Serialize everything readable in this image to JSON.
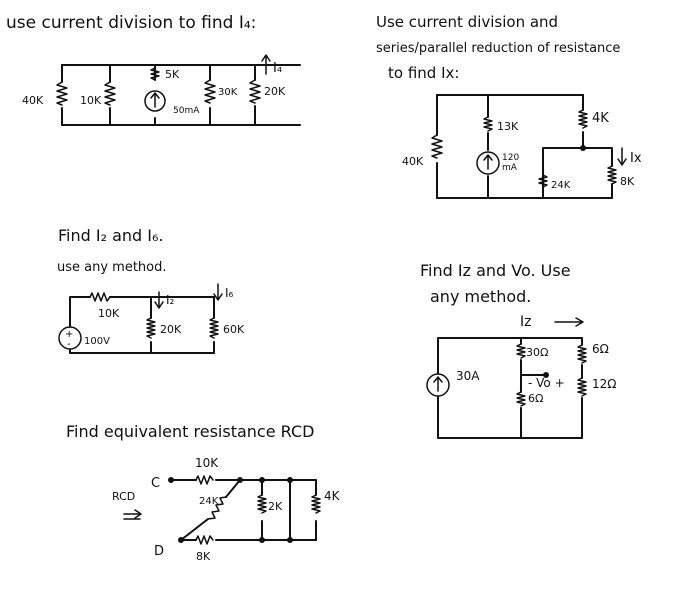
{
  "problems": {
    "p1": {
      "prompt": "use current division to find I₄:",
      "labels": {
        "r40k": "40K",
        "r10k": "10K",
        "r5k": "5K",
        "src": "50mA",
        "r30k": "30K",
        "r20k": "20K",
        "i4": "I₄"
      }
    },
    "p2": {
      "prompt_line1": "Use current division and",
      "prompt_line2": "series/parallel reduction of resistance",
      "prompt_line3": "to find Ix:",
      "labels": {
        "r40k": "40K",
        "r13k": "13K",
        "src_a": "120",
        "src_b": "mA",
        "r4k": "4K",
        "ix": "Ix",
        "r24k": "24K",
        "r8k": "8K"
      }
    },
    "p3": {
      "prompt": "Find I₂ and I₆.",
      "prompt2": "use any method.",
      "labels": {
        "r10k": "10K",
        "src": "100V",
        "i2": "I₂",
        "r20k": "20K",
        "i6": "I₆",
        "r60k": "60K"
      }
    },
    "p4": {
      "prompt": "Find Iz and Vo. Use",
      "prompt2": "any method.",
      "labels": {
        "iz": "Iz",
        "r30": "30Ω",
        "r6a": "6Ω",
        "src": "30A",
        "vo": "- Vo +",
        "r12": "12Ω",
        "r6b": "6Ω"
      }
    },
    "p5": {
      "prompt": "Find equivalent resistance RCD",
      "labels": {
        "r10k": "10K",
        "c": "C",
        "rcd": "RCD",
        "r24k": "24K",
        "r2k": "2K",
        "r4k": "4K",
        "d": "D",
        "r8k": "8K"
      }
    }
  }
}
